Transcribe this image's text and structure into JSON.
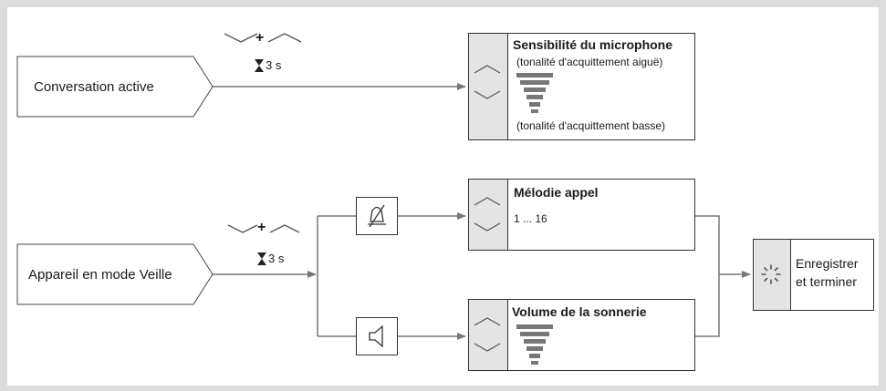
{
  "flow_top": {
    "trigger_label": "Conversation active",
    "hold_time": "3 s",
    "plus": "+",
    "target": {
      "title": "Sensibilité du microphone",
      "high_note": "(tonalité d'acquittement aiguë)",
      "low_note": "(tonalité d'acquittement basse)"
    }
  },
  "flow_bottom": {
    "trigger_label": "Appareil en mode Veille",
    "hold_time": "3 s",
    "plus": "+",
    "melody": {
      "title": "Mélodie appel",
      "range": "1 ... 16"
    },
    "volume": {
      "title": "Volume de la sonnerie"
    },
    "finish": {
      "line1": "Enregistrer",
      "line2": "et terminer"
    }
  },
  "icons": [
    "chevron-down-icon",
    "chevron-up-icon",
    "hourglass-icon",
    "bell-muted-icon",
    "speaker-icon",
    "volume-bars-icon",
    "busy-spinner-icon",
    "arrow-icon"
  ]
}
